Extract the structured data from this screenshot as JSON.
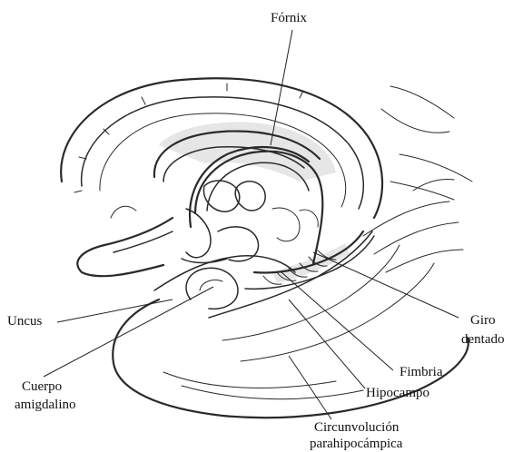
{
  "labels": {
    "fornix": "Fórnix",
    "uncus": "Uncus",
    "giro_line1": "Giro",
    "giro_line2": "dentado",
    "cuerpo_line1": "Cuerpo",
    "cuerpo_line2": "amigdalino",
    "fimbria": "Fimbria",
    "hipocampo": "Hipocampo",
    "circ_line1": "Circunvolución",
    "circ_line2": "parahipocámpica"
  }
}
